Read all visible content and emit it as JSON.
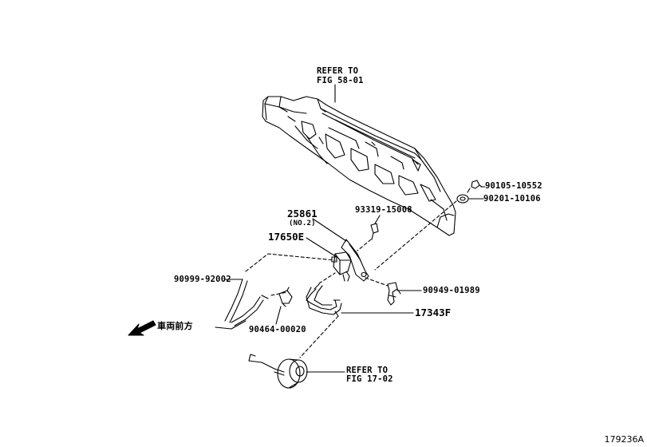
{
  "labels": {
    "refer_top_1": "REFER TO",
    "refer_top_2": "FIG 58-01",
    "p90105": "90105-10552",
    "p90201": "90201-10106",
    "p93319": "93319-15008",
    "p25861": "25861",
    "p25861_sub": "(NO.2)",
    "p17650": "17650E",
    "p90999": "90999-92002",
    "p90949": "90949-01989",
    "p17343": "17343F",
    "p90464": "90464-00020",
    "front": "車両前方",
    "refer_bot_1": "REFER TO",
    "refer_bot_2": "FIG 17-02"
  },
  "figure_id": "179236A"
}
